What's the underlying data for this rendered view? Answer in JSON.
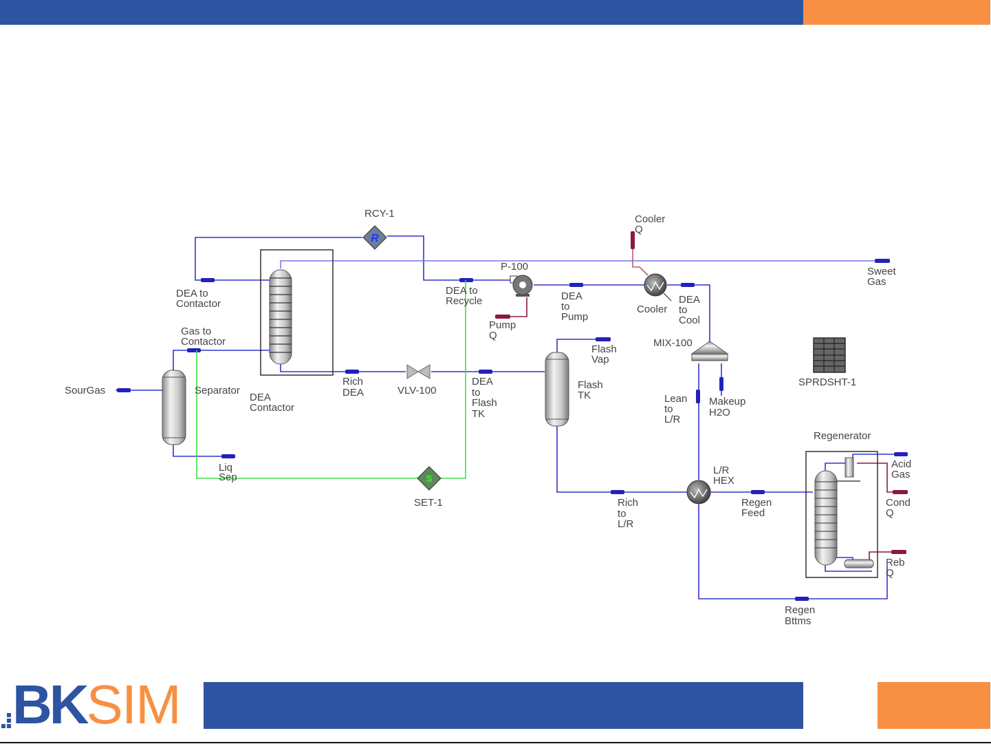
{
  "branding": {
    "logo_part1": "BK",
    "logo_part2": "SIM",
    "colors": {
      "primary_blue": "#2e54a1",
      "accent_orange": "#f79043"
    }
  },
  "diagram": {
    "type": "process-flow-diagram",
    "colors": {
      "material_stream": "#3333cc",
      "energy_stream": "#8b1a3a",
      "logic_stream": "#44dd44"
    },
    "unit_ops": {
      "rcy": "RCY-1",
      "pump": "P-100",
      "cooler_q": [
        "Cooler",
        "Q"
      ],
      "cooler": "Cooler",
      "mixer": "MIX-100",
      "spreadsheet": "SPRDSHT-1",
      "separator": "Separator",
      "contactor": [
        "DEA",
        "Contactor"
      ],
      "valve": "VLV-100",
      "flash_tank": [
        "Flash",
        "TK"
      ],
      "set": "SET-1",
      "lr_hex": [
        "L/R",
        "HEX"
      ],
      "regenerator": "Regenerator",
      "rcy_letter": "R",
      "set_letter": "S"
    },
    "streams": {
      "dea_to_contactor": [
        "DEA to",
        "Contactor"
      ],
      "gas_to_contactor": [
        "Gas to",
        "Contactor"
      ],
      "sour_gas": "SourGas",
      "liq_sep": [
        "Liq",
        "Sep"
      ],
      "dea_to_recycle": [
        "DEA to",
        "Recycle"
      ],
      "pump_q": [
        "Pump",
        "Q"
      ],
      "dea_to_pump": [
        "DEA",
        "to",
        "Pump"
      ],
      "dea_to_cool": [
        "DEA",
        "to",
        "Cool"
      ],
      "sweet_gas": [
        "Sweet",
        "Gas"
      ],
      "rich_dea": [
        "Rich",
        "DEA"
      ],
      "dea_to_flash_tk": [
        "DEA",
        "to",
        "Flash",
        "TK"
      ],
      "flash_vap": [
        "Flash",
        "Vap"
      ],
      "lean_to_lr": [
        "Lean",
        "to",
        "L/R"
      ],
      "makeup_h2o": [
        "Makeup",
        "H2O"
      ],
      "rich_to_lr": [
        "Rich",
        "to",
        "L/R"
      ],
      "regen_feed": [
        "Regen",
        "Feed"
      ],
      "acid_gas": [
        "Acid",
        "Gas"
      ],
      "cond_q": [
        "Cond",
        "Q"
      ],
      "reb_q": [
        "Reb",
        "Q"
      ],
      "regen_bttms": [
        "Regen",
        "Bttms"
      ]
    }
  }
}
